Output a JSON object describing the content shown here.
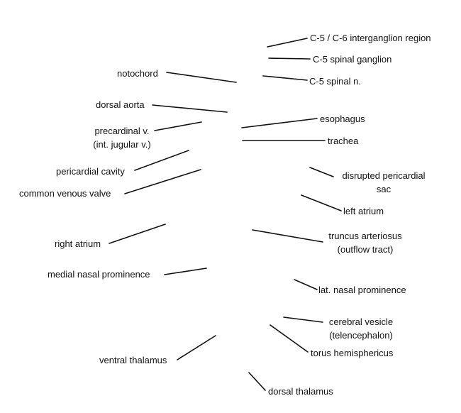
{
  "labels": {
    "c5_c6_intergang": "C-5 / C-6 interganglion region",
    "c5_spinal_ganglion": "C-5 spinal ganglion",
    "c5_spinal_nerve": "C-5 spinal n.",
    "notochord": "notochord",
    "dorsal_aorta": "dorsal aorta",
    "esophagus": "esophagus",
    "precardinal_line1": "precardinal v.",
    "precardinal_line2": "(int. jugular v.)",
    "trachea": "trachea",
    "pericardial_cavity": "pericardial cavity",
    "disrupted_sac_line1": "disrupted pericardial",
    "disrupted_sac_line2": "sac",
    "common_venous_valve": "common venous valve",
    "left_atrium": "left atrium",
    "right_atrium": "right atrium",
    "truncus_line1": "truncus arteriosus",
    "truncus_line2": "(outflow tract)",
    "medial_nasal": "medial nasal prominence",
    "lat_nasal": "lat. nasal prominence",
    "cerebral_line1": "cerebral vesicle",
    "cerebral_line2": "(telencephalon)",
    "torus": "torus hemisphericus",
    "ventral_thalamus": "ventral thalamus",
    "dorsal_thalamus": "dorsal thalamus"
  },
  "colors": {
    "text": "#111111",
    "leader_line": "#111111",
    "background": "#ffffff"
  }
}
